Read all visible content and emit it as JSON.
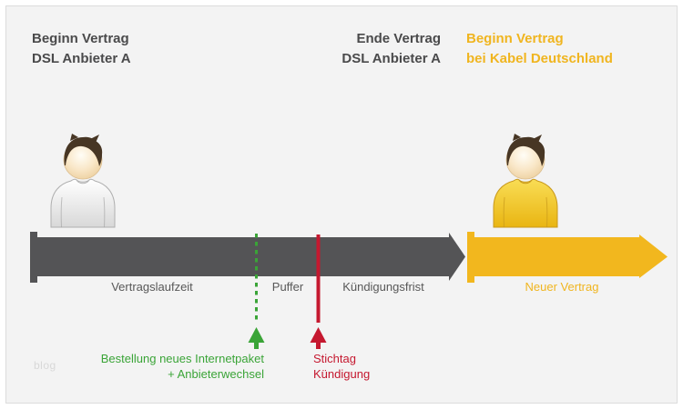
{
  "colors": {
    "background": "#f3f3f3",
    "border": "#dcdcdc",
    "dark_gray": "#4a4a4b",
    "timeline_gray": "#545456",
    "label_gray": "#585858",
    "yellow": "#f2b71e",
    "yellow_text": "#f0b51f",
    "green": "#3aa437",
    "red": "#c5182f",
    "watermark_gray": "#d8d8d8"
  },
  "headings": {
    "begin_dsl": {
      "line1": "Beginn Vertrag",
      "line2": "DSL Anbieter A"
    },
    "end_dsl": {
      "line1": "Ende Vertrag",
      "line2": "DSL Anbieter A"
    },
    "begin_kabel": {
      "line1": "Beginn Vertrag",
      "line2": "bei Kabel Deutschland"
    }
  },
  "timeline": {
    "segment_labels": {
      "contract_term": "Vertragslaufzeit",
      "buffer": "Puffer",
      "notice_period": "Kündigungsfrist",
      "new_contract": "Neuer Vertrag"
    }
  },
  "annotations": {
    "order": {
      "line1": "Bestellung neues Internetpaket",
      "line2": "+ Anbieterwechsel"
    },
    "deadline": {
      "line1": "Stichtag",
      "line2": "Kündigung"
    }
  },
  "watermark": "blog"
}
